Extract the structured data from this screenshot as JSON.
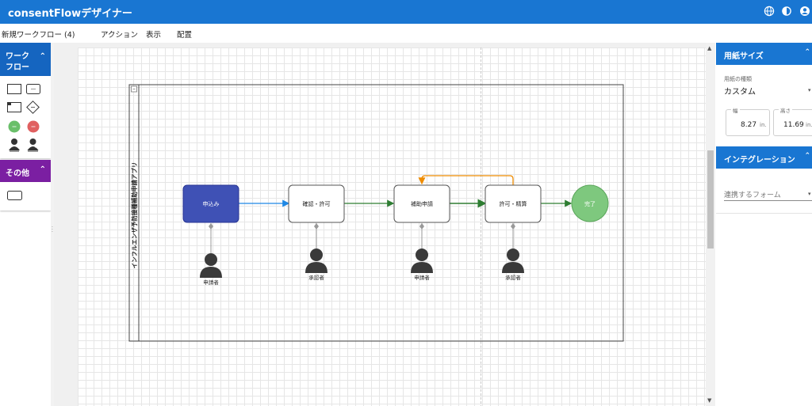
{
  "app": {
    "title": "consentFlowデザイナー"
  },
  "appbar_icons": [
    "globe-icon",
    "theme-toggle-icon",
    "account-icon"
  ],
  "menubar": {
    "workflow_name": "新規ワークフロー (4)",
    "menus": [
      "アクション",
      "表示",
      "配置"
    ]
  },
  "palette": {
    "workflow_section": {
      "title_line1": "ワーク",
      "title_line2": "フロー",
      "color": "#1565c0"
    },
    "other_section": {
      "title": "その他",
      "color": "#7b1fa2"
    },
    "shapes": [
      "task-shape",
      "subprocess-shape",
      "form-task-shape",
      "gateway-shape",
      "start-event-shape",
      "end-event-shape",
      "user-actor-shape",
      "group-actor-shape",
      "text-box-shape"
    ]
  },
  "diagram": {
    "pool_label": "インフルエンザ予防接種補助申請アプリ",
    "nodes": {
      "apply": "申込み",
      "confirm": "確認・許可",
      "subsidy": "補助申請",
      "approve": "許可・精算",
      "complete": "完了"
    },
    "actors": {
      "a1": "申請者",
      "a2": "承認者",
      "a3": "申請者",
      "a4": "承認者"
    },
    "colors": {
      "apply_fill": "#3f51b5",
      "complete_fill": "#7ec87e",
      "flow_blue": "#1e88e5",
      "flow_green": "#2e7d32",
      "flow_orange": "#ef8c00",
      "actor": "#3a3a3a"
    }
  },
  "right_panel": {
    "paper": {
      "title": "用紙サイズ",
      "type_label": "用紙の種類",
      "type_value": "カスタム",
      "width_label": "幅",
      "width_value": "8.27",
      "height_label": "高さ",
      "height_value": "11.69",
      "unit": "in."
    },
    "integration": {
      "title": "インテグレーション",
      "form_placeholder": "連携するフォーム"
    }
  }
}
